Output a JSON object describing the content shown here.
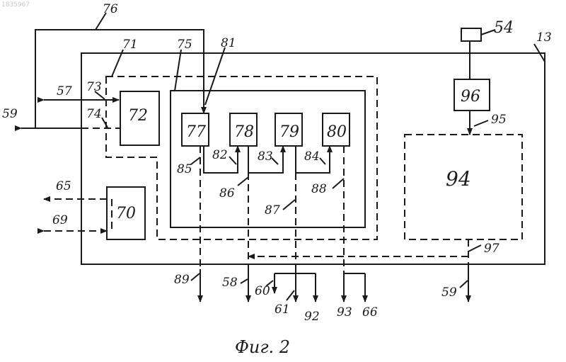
{
  "watermark": "1835967",
  "caption": "Фиг. 2",
  "blocks": {
    "b13": "13",
    "b54": "54",
    "b70": "70",
    "b72": "72",
    "b77": "77",
    "b78": "78",
    "b79": "79",
    "b80": "80",
    "b94": "94",
    "b96": "96"
  },
  "labels": {
    "l57": "57",
    "l59_left": "59",
    "l59_bottom": "59",
    "l58": "58",
    "l60": "60",
    "l61": "61",
    "l65": "65",
    "l66": "66",
    "l69": "69",
    "l71": "71",
    "l73": "73",
    "l74": "74",
    "l75": "75",
    "l76": "76",
    "l81": "81",
    "l82": "82",
    "l83": "83",
    "l84": "84",
    "l85": "85",
    "l86": "86",
    "l87": "87",
    "l88": "88",
    "l89": "89",
    "l92": "92",
    "l93": "93",
    "l95": "95",
    "l97": "97"
  }
}
